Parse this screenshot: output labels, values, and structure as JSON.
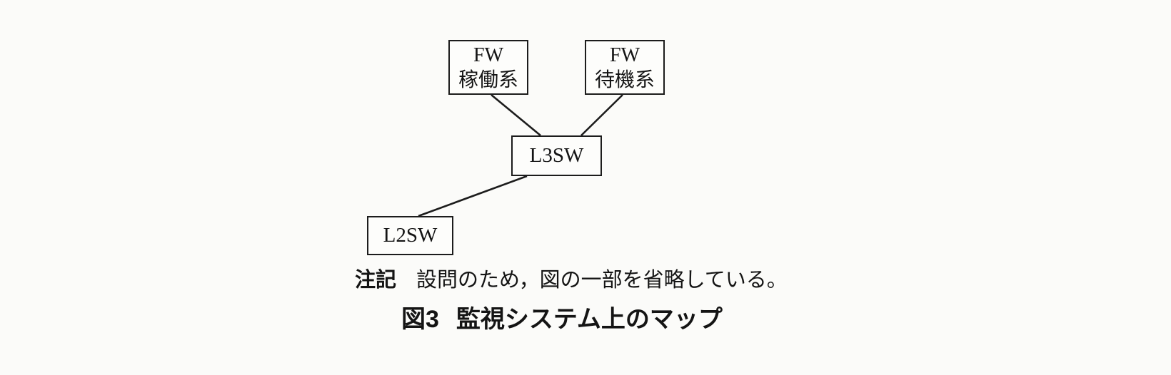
{
  "diagram": {
    "nodes": {
      "fw_active": {
        "line1": "FW",
        "line2": "稼働系"
      },
      "fw_standby": {
        "line1": "FW",
        "line2": "待機系"
      },
      "l3sw": {
        "label": "L3SW"
      },
      "l2sw": {
        "label": "L2SW"
      }
    },
    "edges": [
      {
        "from": "fw_active",
        "to": "l3sw"
      },
      {
        "from": "fw_standby",
        "to": "l3sw"
      },
      {
        "from": "l3sw",
        "to": "l2sw"
      }
    ],
    "note_label": "注記",
    "note_text": "設問のため，図の一部を省略している。",
    "caption_prefix": "図3",
    "caption_text": "監視システム上のマップ",
    "line_color": "#1c1c1c"
  }
}
